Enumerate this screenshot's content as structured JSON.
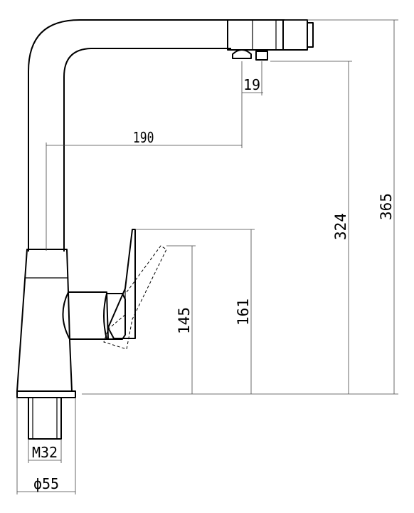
{
  "dimensions": {
    "spout_reach": "190",
    "aerator_offset": "19",
    "handle_height": "145",
    "lever_top_height": "161",
    "outlet_height": "324",
    "total_height": "365",
    "thread": "M32",
    "base_diameter": "ϕ55"
  },
  "colors": {
    "line": "#000000",
    "dimension_line": "#444444",
    "background": "#ffffff"
  }
}
